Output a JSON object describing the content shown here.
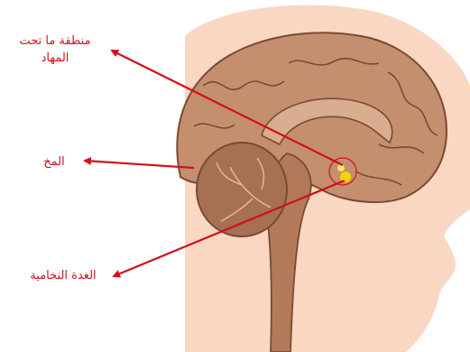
{
  "labels": {
    "hypothalamus_line1": "منطقة ما تحت",
    "hypothalamus_line2": "المهاد",
    "brain": "المخ",
    "pituitary": "الغدة النخامية"
  },
  "colors": {
    "background": "#ffffff",
    "head_skin": "#f9d7c2",
    "brain_fill": "#c38f6e",
    "brain_outline": "#7b4a33",
    "cerebellum": "#a67052",
    "gland_highlight": "#f5d300",
    "arrow_red": "#d0111a"
  }
}
